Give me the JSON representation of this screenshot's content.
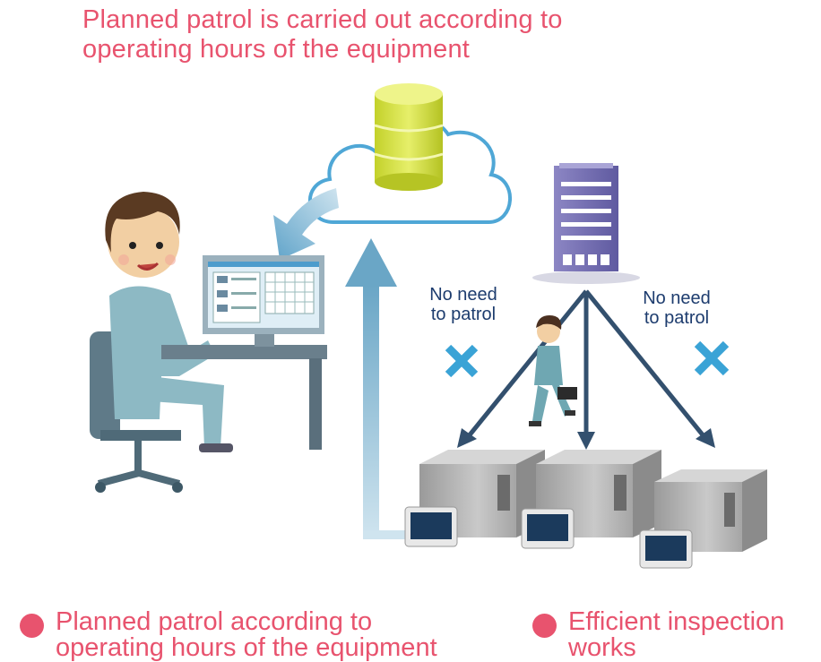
{
  "headline": {
    "line1": "Planned patrol is carried out according to",
    "line2": "operating hours of the equipment"
  },
  "labels": {
    "left": {
      "line1": "No need",
      "line2": "to patrol"
    },
    "right": {
      "line1": "No need",
      "line2": "to patrol"
    }
  },
  "footer": {
    "left": {
      "line1": "Planned patrol according to",
      "line2": "operating hours of the equipment"
    },
    "right": {
      "line1": "Efficient inspection",
      "line2": "works"
    }
  },
  "colors": {
    "accent_pink": "#e8536e",
    "navy": "#1d3c6e",
    "arrow_navy": "#33506e",
    "arrow_light_blue": "#7fb4d0",
    "cross_blue": "#3aa3d6",
    "cloud_outline": "#4fa7d6",
    "database_yellow": "#d4e23a"
  }
}
